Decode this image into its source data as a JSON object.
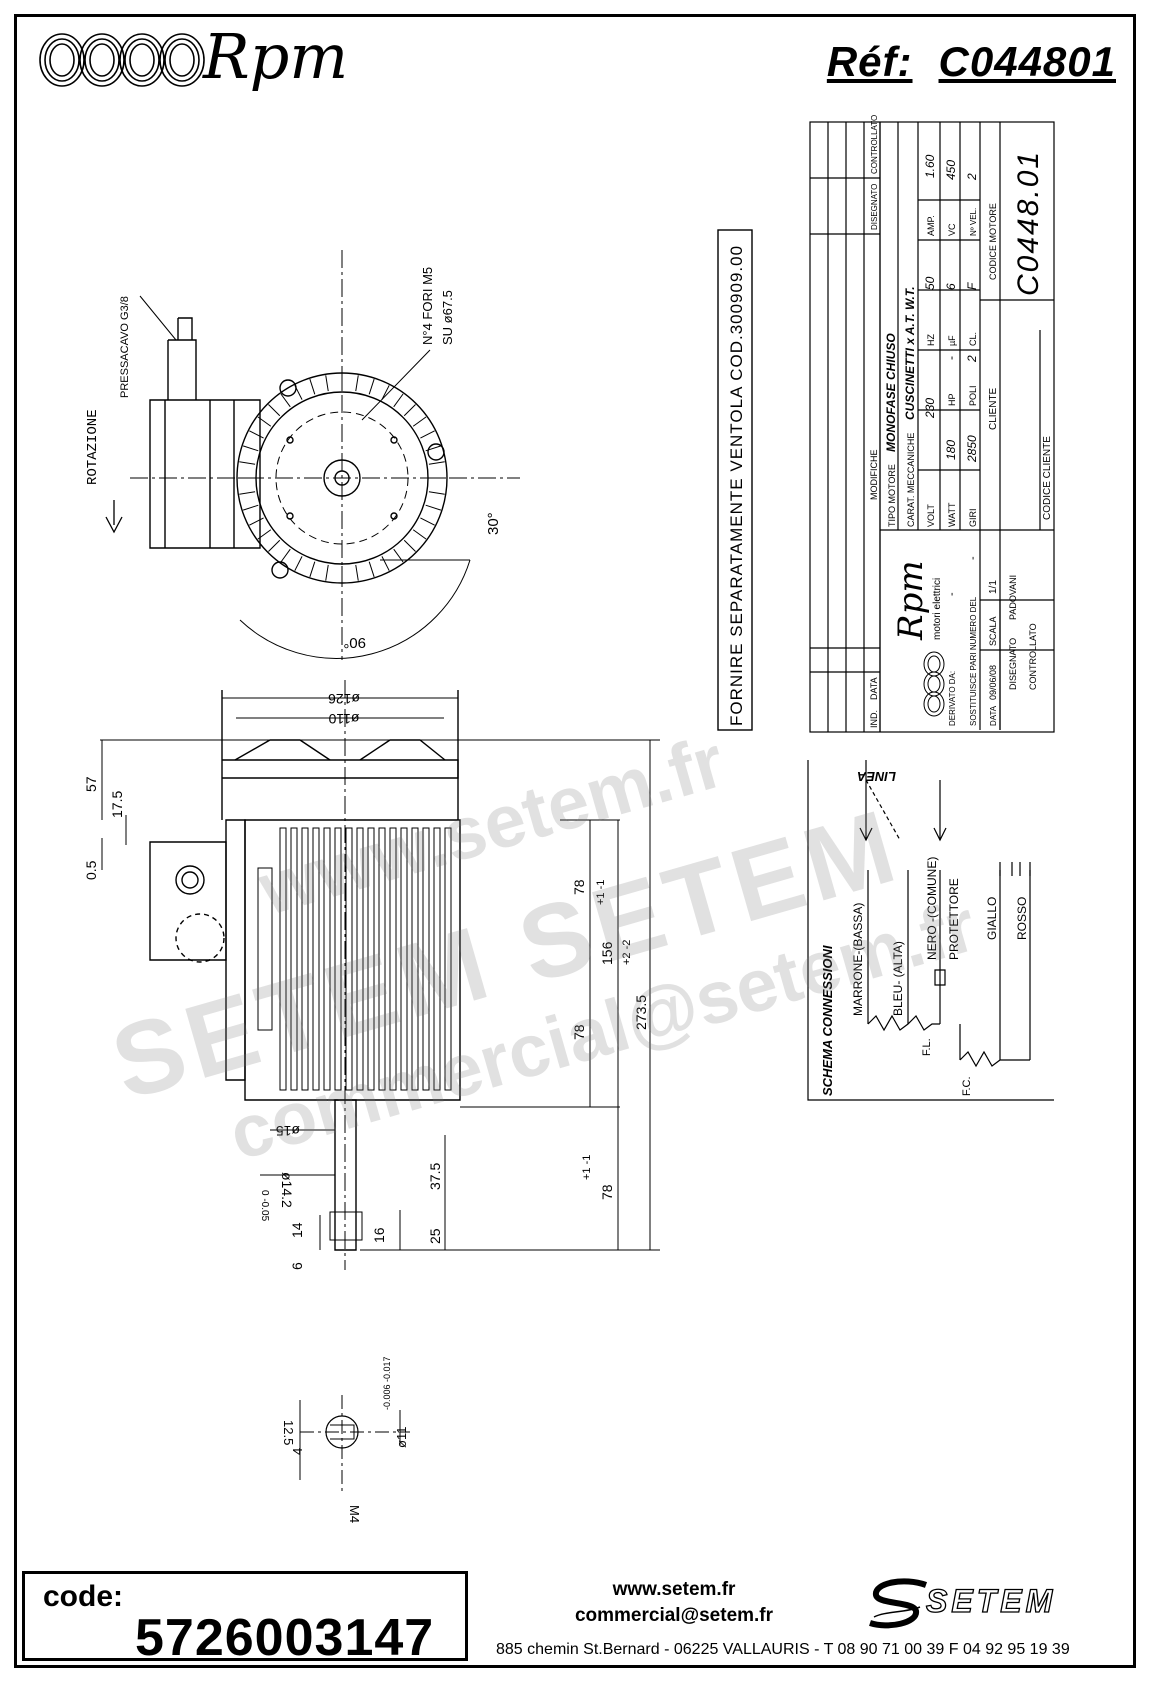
{
  "header": {
    "brand": "Rpm",
    "ref_label": "Réf:",
    "ref_value": "C044801"
  },
  "drawing": {
    "label_rotation": "ROTAZIONE",
    "label_gland": "PRESSACAVO G3/8",
    "label_holes_1": "N°4 FORI M5",
    "label_holes_2": "SU ø67.5",
    "angle_30": "30°",
    "angle_90": "90°",
    "dia_126": "ø126",
    "dia_110": "ø110",
    "dim_57": "57",
    "dim_17_5": "17.5",
    "dim_0_5": "0.5",
    "dim_78_top": "78",
    "dim_tol_top": "+1 -1",
    "dim_156": "156",
    "dim_tol_156": "+2 -2",
    "dim_78_mid": "78",
    "dim_273_5": "273.5",
    "dim_15": "ø15",
    "dim_14_2": "ø14.2",
    "dim_14_2_tol": "0 -0.05",
    "dim_37_5": "37.5",
    "dim_78_low": "78",
    "dim_tol_low": "+1 -1",
    "dim_14": "14",
    "dim_16": "16",
    "dim_25": "25",
    "dim_6": "6",
    "dim_12_5": "12.5",
    "dim_11": "ø11",
    "dim_11_tol": "-0.006 -0.017",
    "dim_4": "4",
    "dim_m4": "M4",
    "note_fan": "FORNIRE SEPARATAMENTE VENTOLA COD.300909.00"
  },
  "title_block": {
    "col_disegnato": "DISEGNATO",
    "col_controllato": "CONTROLLATO",
    "col_modifiche": "MODIFICHE",
    "col_ind": "IND.",
    "col_data": "DATA",
    "brand": "Rpm",
    "brand_sub": "motori elettrici",
    "tipo_motore_label": "TIPO MOTORE",
    "tipo_motore_value": "MONOFASE CHIUSO",
    "carat_label": "CARAT. MECCANICHE",
    "carat_value": "CUSCINETTI x A.T. W.T.",
    "volt_label": "VOLT",
    "volt_value": "230",
    "hz_label": "HZ",
    "hz_value": "50",
    "amp_label": "AMP.",
    "amp_value": "1.60",
    "watt_label": "WATT",
    "watt_value": "180",
    "hp_label": "HP",
    "hp_value": "-",
    "uf_label": "µF",
    "uf_value": "6",
    "vc_label": "VC",
    "vc_value": "450",
    "giri_label": "GIRI",
    "giri_value": "2850",
    "poli_label": "POLI",
    "poli_value": "2",
    "cl_label": "CL.",
    "cl_value": "F",
    "nvel_label": "Nº VEL.",
    "nvel_value": "2",
    "codice_motore_label": "CODICE MOTORE",
    "codice_motore_value": "C0448.01",
    "derivato_label": "DERIVATO DA:",
    "derivato_value": "-",
    "sostituisce_label": "SOSTITUISCE PARI NUMERO DEL",
    "sostituisce_value": "-",
    "data_label": "DATA",
    "data_value": "09/06/08",
    "scala_label": "SCALA",
    "scala_value": "1/1",
    "disegnato_label": "DISEGNATO",
    "disegnato_value": "PADOVANI",
    "controllato_label": "CONTROLLATO",
    "cliente_label": "CLIENTE",
    "codice_cliente_label": "CODICE CLIENTE"
  },
  "schema": {
    "title": "SCHEMA CONNESSIONI",
    "linea": "LINEA",
    "marrone": "MARRONE-(BASSA)",
    "bleu": "BLEU- (ALTA)",
    "nero": "NERO -(COMUNE)",
    "protettore": "PROTETTORE",
    "giallo": "GIALLO",
    "rosso": "ROSSO",
    "fl": "F.L.",
    "fc": "F.C."
  },
  "watermark": {
    "line1": "www.setem.fr",
    "line2": "SETEM SETEM",
    "line3": "commercial@setem.fr"
  },
  "footer": {
    "code_label": "code:",
    "code_value": "5726003147",
    "website": "www.setem.fr",
    "email": "commercial@setem.fr",
    "logo": "SETEM",
    "address": "885 chemin St.Bernard  -  06225 VALLAURIS  -  T 08 90 71 00 39   F 04 92 95 19 39"
  }
}
